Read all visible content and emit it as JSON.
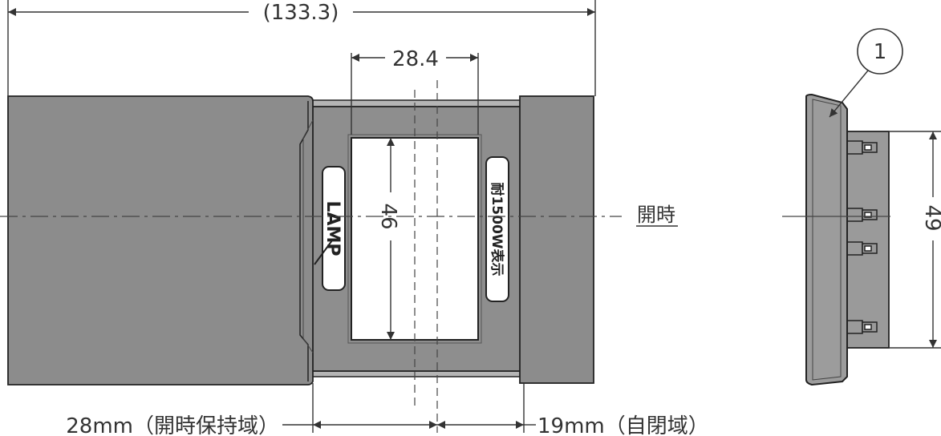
{
  "dimensions": {
    "total_width": "(133.3)",
    "window_width": "28.4",
    "window_height": "46",
    "side_height": "49",
    "hold_zone": "28mm（開時保持域）",
    "close_zone": "19mm（自閉域）"
  },
  "labels": {
    "open_position": "開時",
    "lamp_marking": "LAMP",
    "load_marking": "耐1500W表示",
    "callout_number": "1"
  }
}
